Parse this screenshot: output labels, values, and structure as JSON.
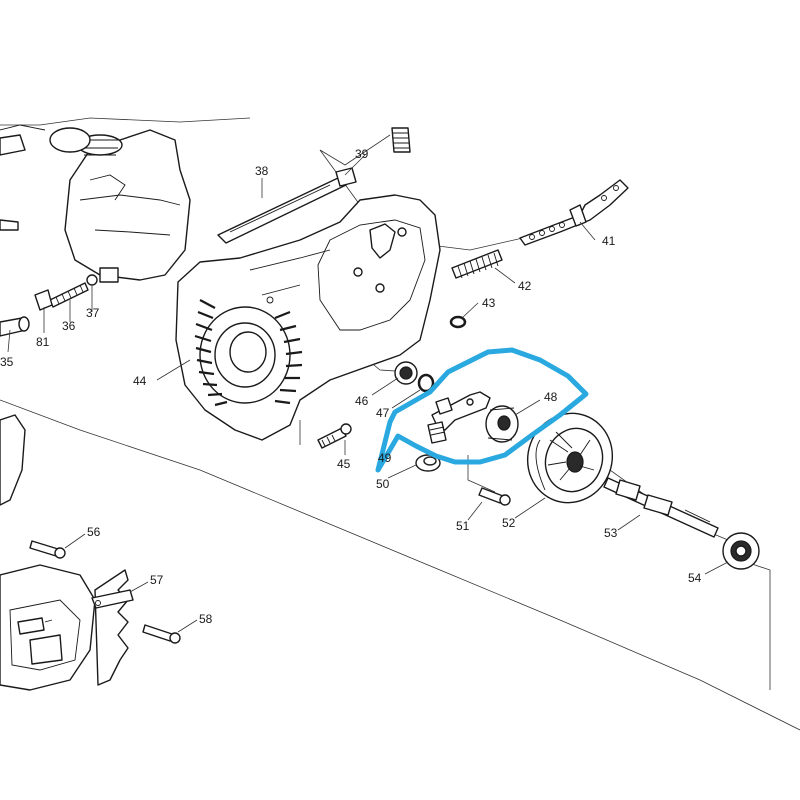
{
  "diagram": {
    "highlight_color": "#29a9e0",
    "line_color": "#1a1a1a",
    "part_numbers": [
      "35",
      "36",
      "37",
      "38",
      "39",
      "41",
      "42",
      "43",
      "44",
      "45",
      "46",
      "47",
      "48",
      "49",
      "50",
      "51",
      "52",
      "53",
      "54",
      "56",
      "57",
      "58",
      "81"
    ]
  },
  "labels": {
    "p35": "35",
    "p36": "36",
    "p37": "37",
    "p38": "38",
    "p39": "39",
    "p41": "41",
    "p42": "42",
    "p43": "43",
    "p44": "44",
    "p45": "45",
    "p46": "46",
    "p47": "47",
    "p48": "48",
    "p49": "49",
    "p50": "50",
    "p51": "51",
    "p52": "52",
    "p53": "53",
    "p54": "54",
    "p56": "56",
    "p57": "57",
    "p58": "58",
    "p81": "81"
  }
}
